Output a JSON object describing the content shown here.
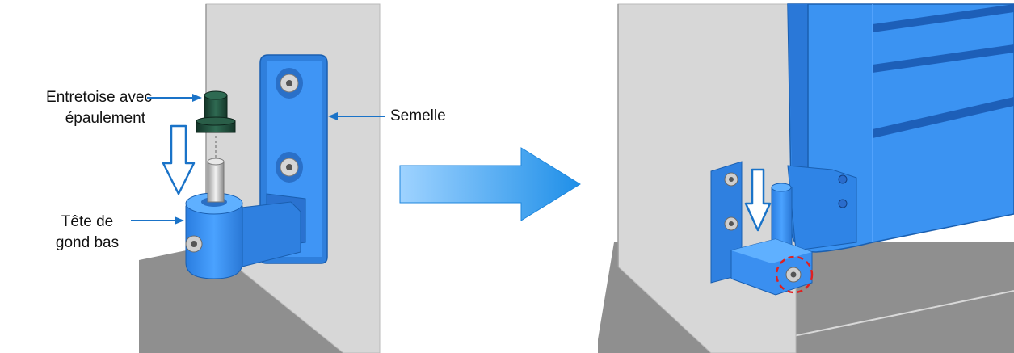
{
  "labels": {
    "entretoise_line1": "Entretoise avec",
    "entretoise_line2": "épaulement",
    "semelle": "Semelle",
    "tete_line1": "Tête de",
    "tete_line2": "gond bas"
  },
  "colors": {
    "part_blue": "#3c8ef0",
    "part_blue_dark": "#1f6fd0",
    "wall_light": "#d7d7d7",
    "floor": "#8f8f8f",
    "spacer_green": "#1f4a3a",
    "leader_blue": "#1a73c8",
    "arrow_gradient_start": "#9fd3ff",
    "arrow_gradient_end": "#1f8fe8",
    "highlight_red": "#e02020"
  },
  "icons": {
    "move_arrow": "arrow-right-icon",
    "down_arrow": "arrow-down-icon"
  }
}
